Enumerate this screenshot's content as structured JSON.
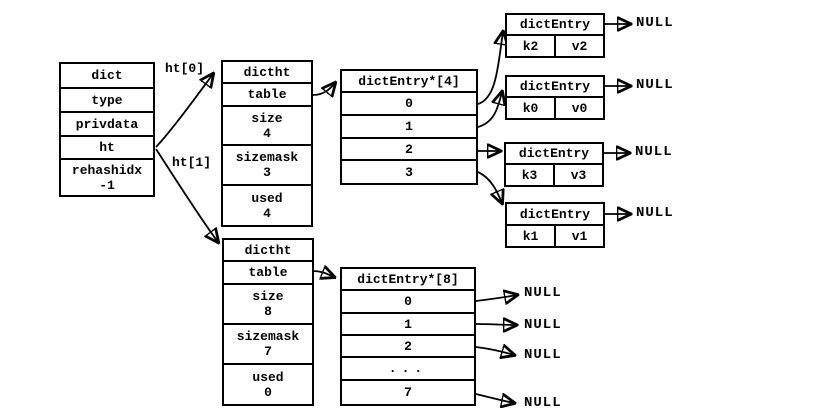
{
  "colors": {
    "ink": "#000000",
    "paper": "#ffffff"
  },
  "dict_struct": {
    "title": "dict",
    "fields": [
      {
        "label": "type"
      },
      {
        "label": "privdata"
      },
      {
        "label": "ht"
      },
      {
        "label": "rehashidx",
        "value": "-1"
      }
    ]
  },
  "ht_pointer_labels": {
    "ht0": "ht[0]",
    "ht1": "ht[1]"
  },
  "hashtables": [
    {
      "title": "dictht",
      "fields": [
        {
          "label": "table"
        },
        {
          "label": "size",
          "value": "4"
        },
        {
          "label": "sizemask",
          "value": "3"
        },
        {
          "label": "used",
          "value": "4"
        }
      ]
    },
    {
      "title": "dictht",
      "fields": [
        {
          "label": "table"
        },
        {
          "label": "size",
          "value": "8"
        },
        {
          "label": "sizemask",
          "value": "7"
        },
        {
          "label": "used",
          "value": "0"
        }
      ]
    }
  ],
  "bucket_arrays": [
    {
      "title": "dictEntry*[4]",
      "slots": [
        "0",
        "1",
        "2",
        "3"
      ]
    },
    {
      "title": "dictEntry*[8]",
      "slots": [
        "0",
        "1",
        "2",
        "...",
        "7"
      ]
    }
  ],
  "entries": [
    {
      "title": "dictEntry",
      "key": "k2",
      "value": "v2",
      "next": "NULL"
    },
    {
      "title": "dictEntry",
      "key": "k0",
      "value": "v0",
      "next": "NULL"
    },
    {
      "title": "dictEntry",
      "key": "k3",
      "value": "v3",
      "next": "NULL"
    },
    {
      "title": "dictEntry",
      "key": "k1",
      "value": "v1",
      "next": "NULL"
    }
  ],
  "empty_bucket_pointers": [
    "NULL",
    "NULL",
    "NULL",
    "NULL"
  ]
}
